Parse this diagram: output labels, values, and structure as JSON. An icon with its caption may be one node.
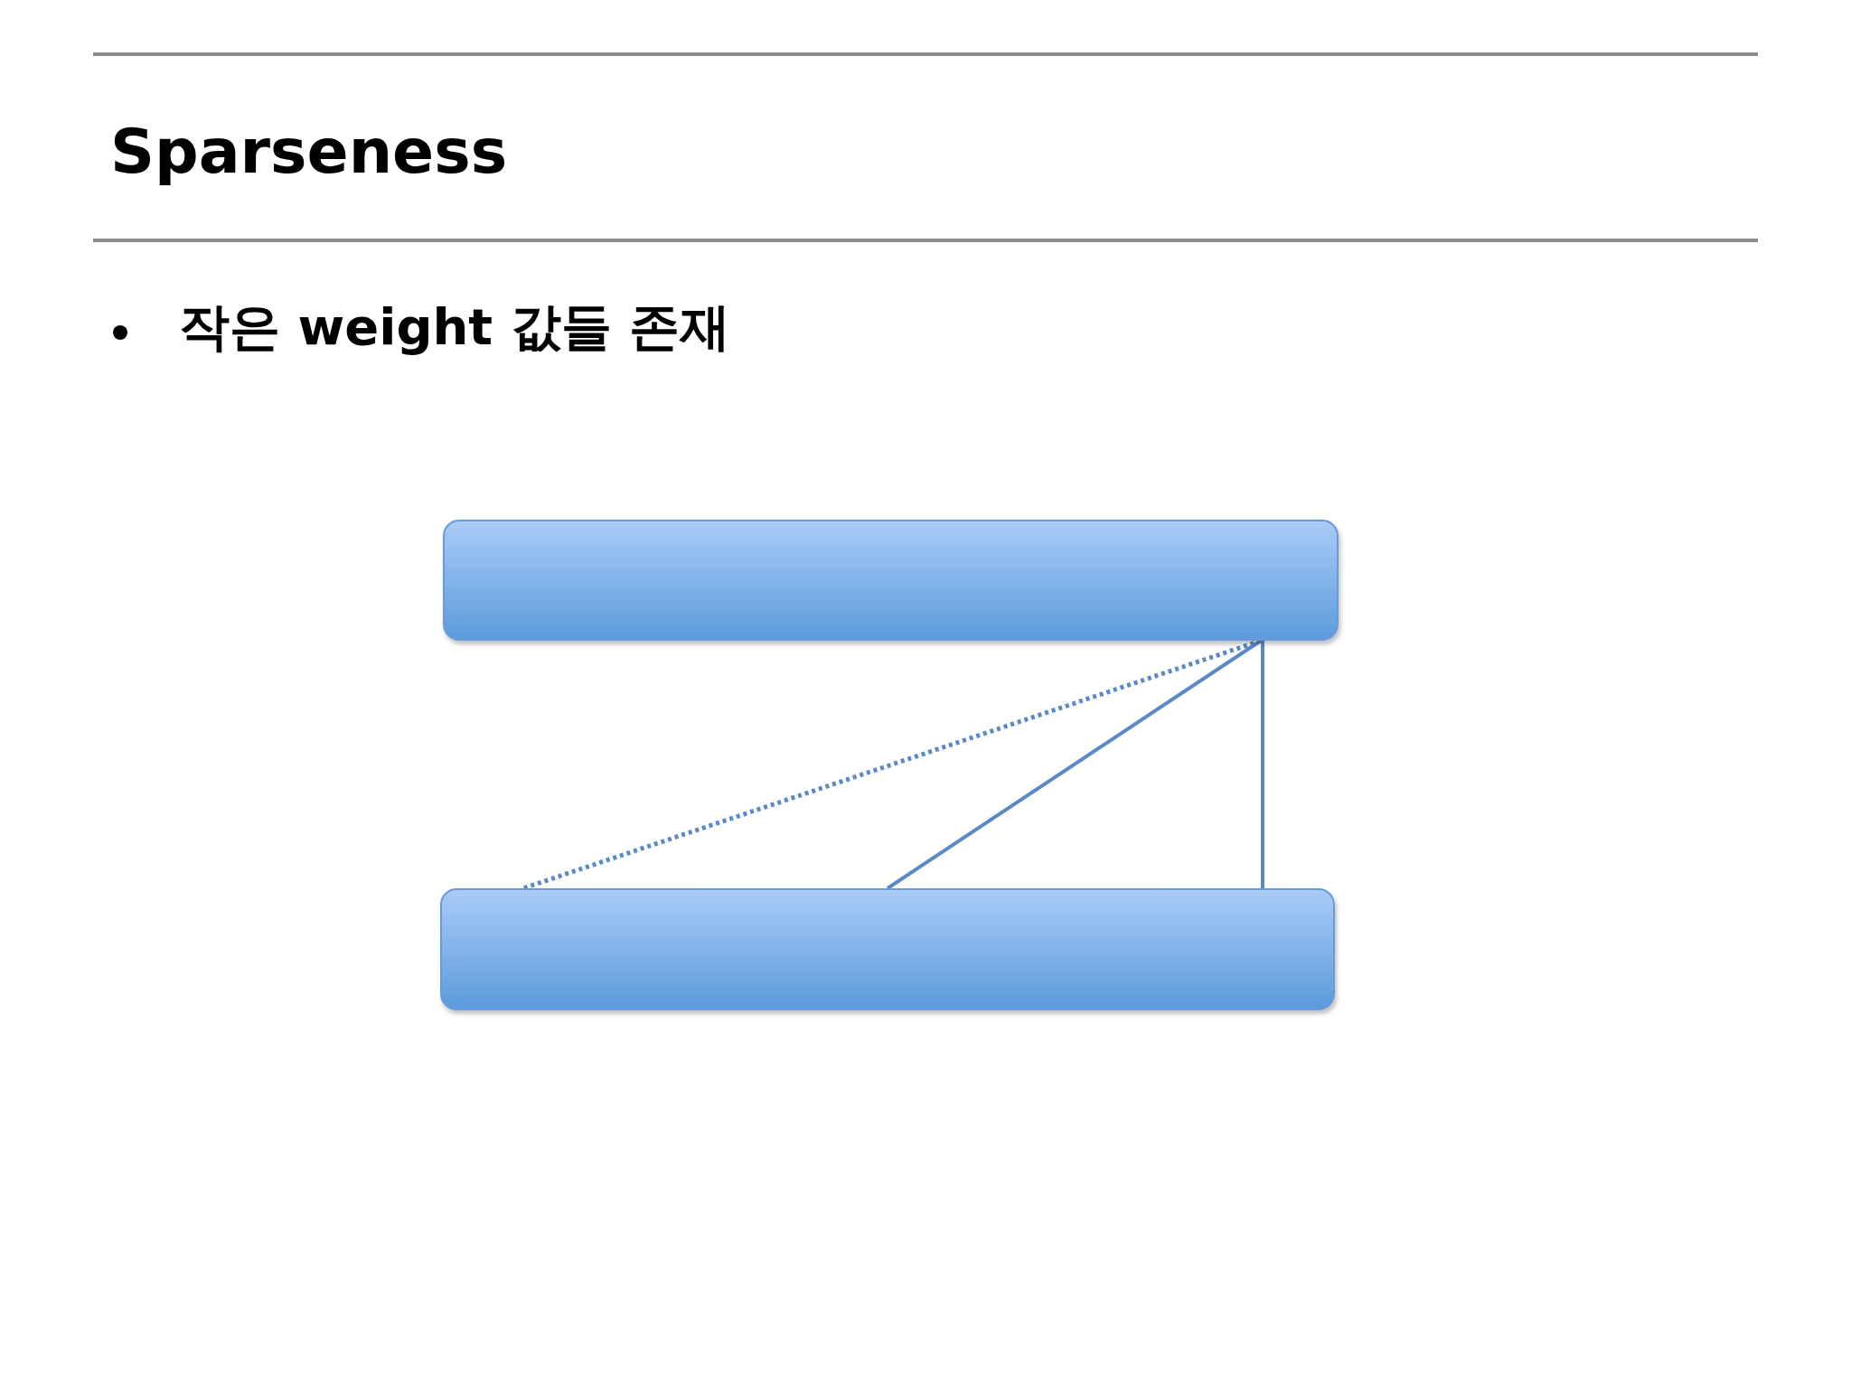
{
  "diagram": {
    "title": "Sparseness",
    "nodes": [
      {
        "text": [],
        "shape": "bar"
      },
      {
        "text": [],
        "shape": "bar"
      }
    ],
    "edges": [
      {
        "from": 0,
        "to": 1,
        "arrow": "none",
        "style": "dashed"
      },
      {
        "from": 0,
        "to": 1,
        "arrow": "none"
      },
      {
        "from": 0,
        "to": 1,
        "arrow": "none"
      }
    ],
    "labels": [
      "작은 weight 값들 존재"
    ]
  }
}
